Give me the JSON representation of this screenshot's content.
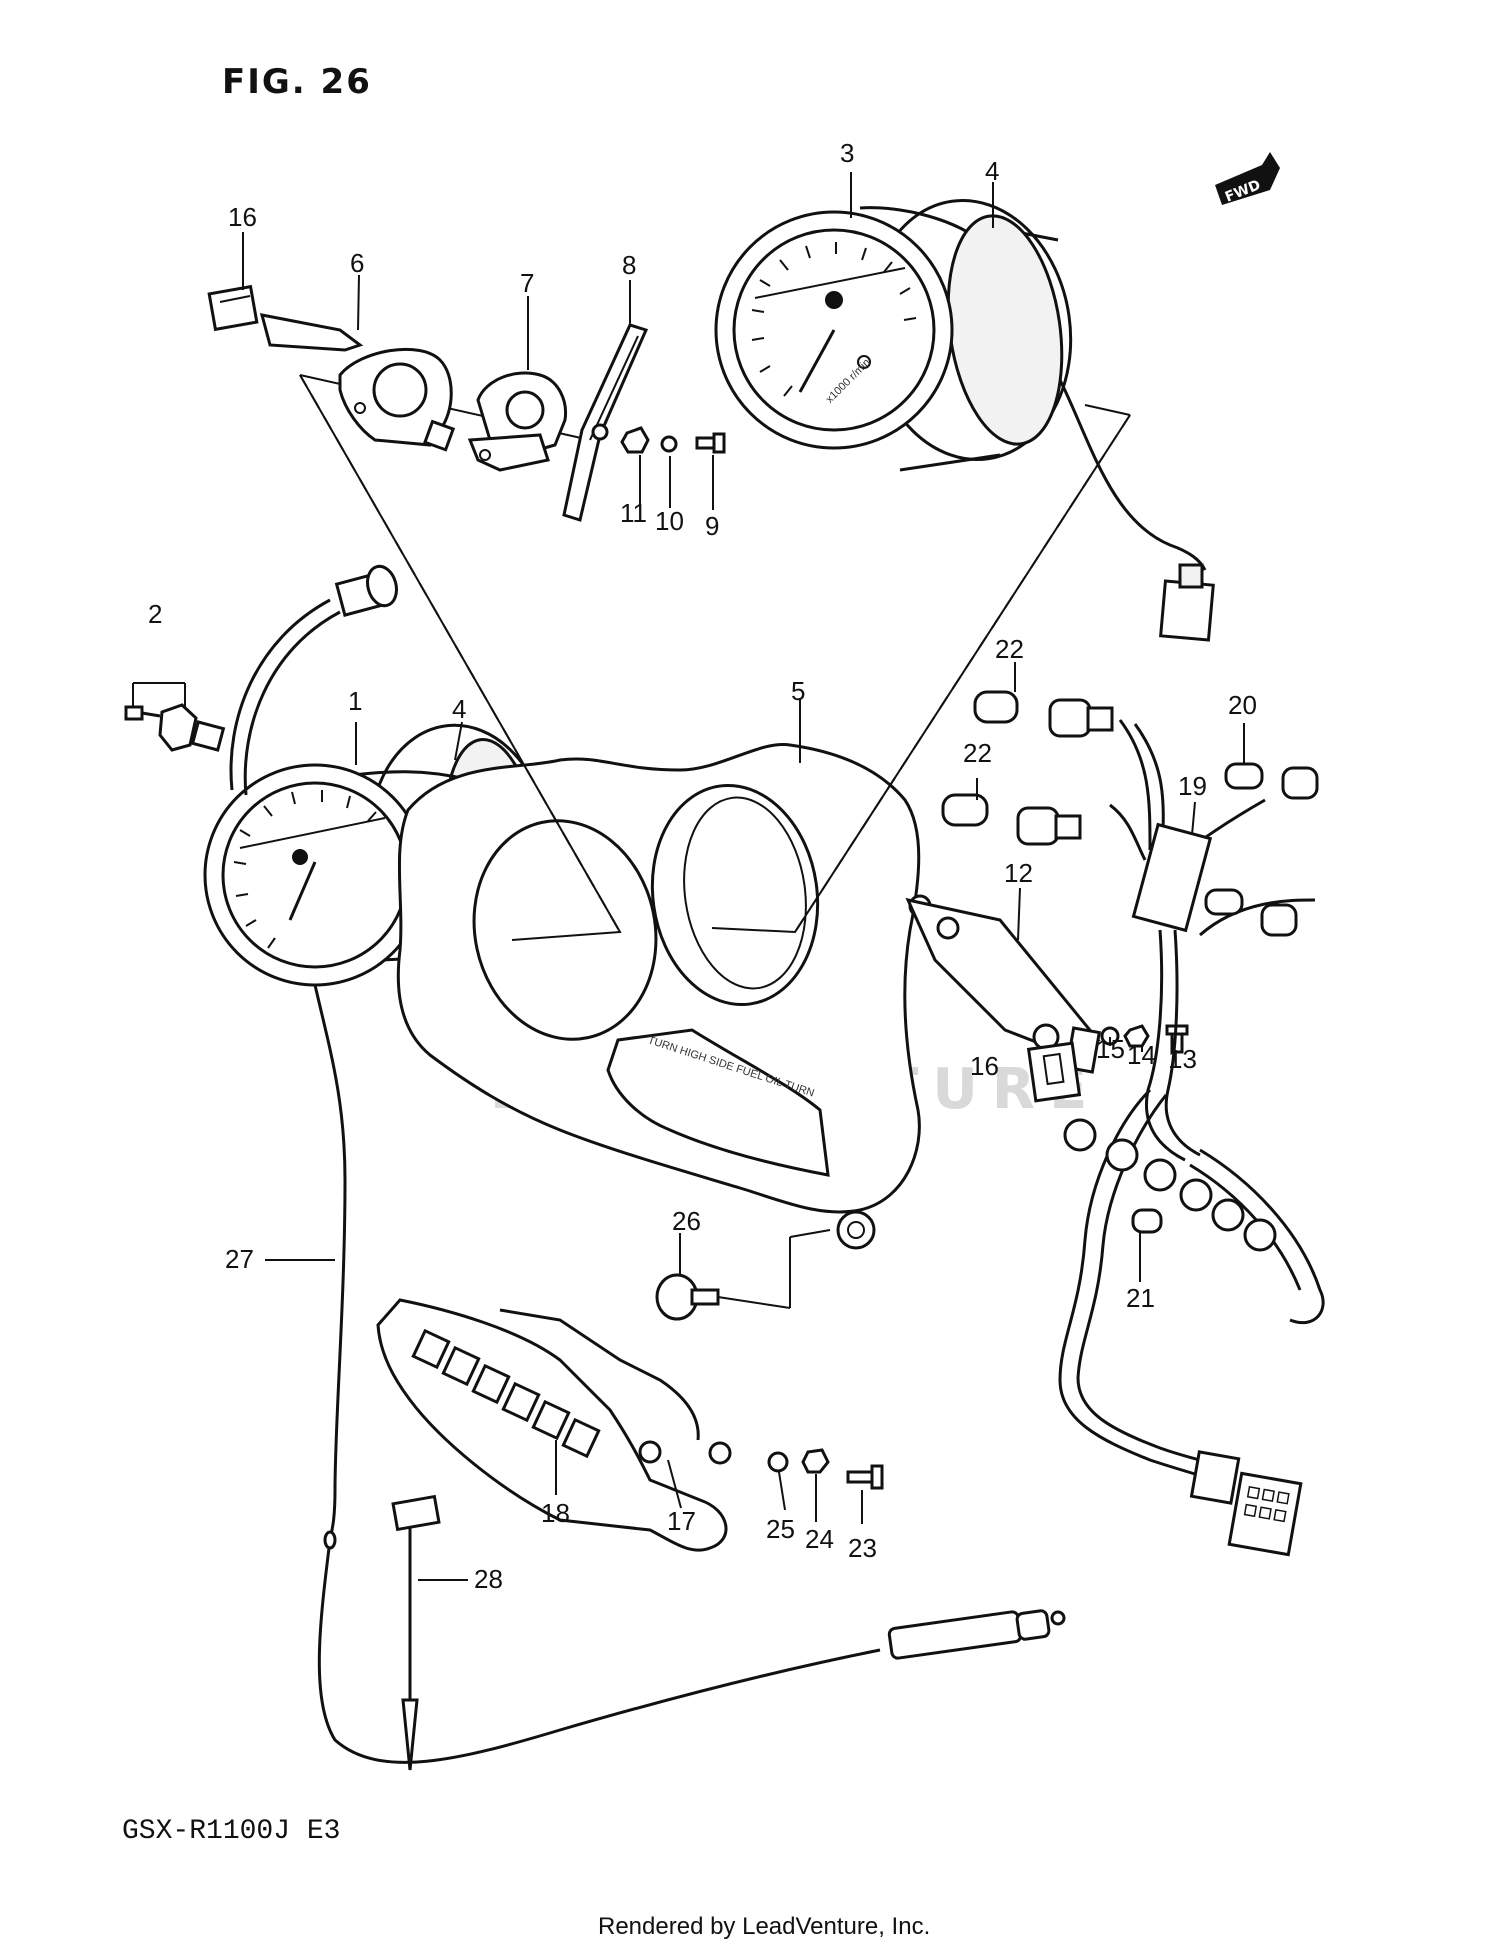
{
  "figure": {
    "title": "FIG. 26",
    "model": "GSX-R1100J  E3",
    "footer": "Rendered by LeadVenture, Inc.",
    "watermark": "LEADVENTURE",
    "fwd_badge": "FWD",
    "dial_scale_text": "x1000 r/min",
    "panel_indicator_text": "TURN  HIGH  SIDE  FUEL  OIL  TURN"
  },
  "callouts": [
    {
      "id": "c1",
      "label": "1"
    },
    {
      "id": "c2",
      "label": "2"
    },
    {
      "id": "c3",
      "label": "3"
    },
    {
      "id": "c4a",
      "label": "4"
    },
    {
      "id": "c4b",
      "label": "4"
    },
    {
      "id": "c5",
      "label": "5"
    },
    {
      "id": "c6",
      "label": "6"
    },
    {
      "id": "c7",
      "label": "7"
    },
    {
      "id": "c8",
      "label": "8"
    },
    {
      "id": "c9",
      "label": "9"
    },
    {
      "id": "c10",
      "label": "10"
    },
    {
      "id": "c11",
      "label": "11"
    },
    {
      "id": "c12",
      "label": "12"
    },
    {
      "id": "c13",
      "label": "13"
    },
    {
      "id": "c14",
      "label": "14"
    },
    {
      "id": "c15",
      "label": "15"
    },
    {
      "id": "c16a",
      "label": "16"
    },
    {
      "id": "c16b",
      "label": "16"
    },
    {
      "id": "c17",
      "label": "17"
    },
    {
      "id": "c18",
      "label": "18"
    },
    {
      "id": "c19",
      "label": "19"
    },
    {
      "id": "c20",
      "label": "20"
    },
    {
      "id": "c21",
      "label": "21"
    },
    {
      "id": "c22a",
      "label": "22"
    },
    {
      "id": "c22b",
      "label": "22"
    },
    {
      "id": "c23",
      "label": "23"
    },
    {
      "id": "c24",
      "label": "24"
    },
    {
      "id": "c25",
      "label": "25"
    },
    {
      "id": "c26",
      "label": "26"
    },
    {
      "id": "c27",
      "label": "27"
    },
    {
      "id": "c28",
      "label": "28"
    }
  ]
}
